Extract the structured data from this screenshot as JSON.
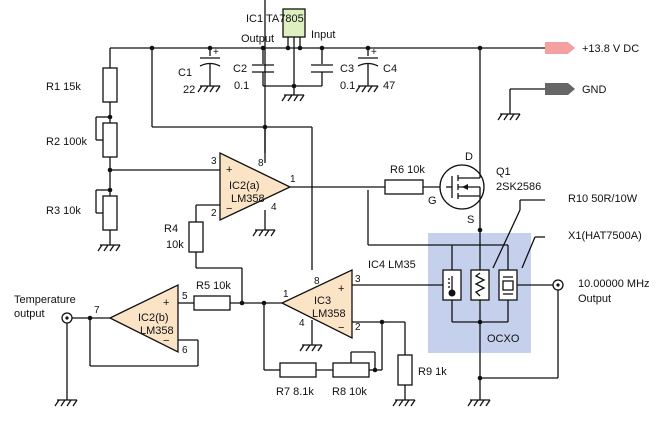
{
  "ic1": {
    "label": "IC1 TA7805",
    "output_label": "Output",
    "input_label": "Input"
  },
  "c1": {
    "name": "C1",
    "value": "22"
  },
  "c2": {
    "name": "C2",
    "value": "0.1"
  },
  "c3": {
    "name": "C3",
    "value": "0.1"
  },
  "c4": {
    "name": "C4",
    "value": "47"
  },
  "r1": "R1 15k",
  "r2": "R2 100k",
  "r3": "R3 10k",
  "r4": {
    "name": "R4",
    "value": "10k"
  },
  "r5": "R5 10k",
  "r6": "R6 10k",
  "r7": "R7 8.1k",
  "r8": "R8 10k",
  "r9": "R9 1k",
  "r10": "R10 50R/10W",
  "x1": "X1(HAT7500A)",
  "ic4": "IC4 LM35",
  "q1": {
    "name": "Q1",
    "part": "2SK2586",
    "drain": "D",
    "gate": "G",
    "source": "S"
  },
  "ic2a": {
    "name": "IC2(a)",
    "part": "LM358",
    "pins": {
      "plus": "3",
      "minus": "2",
      "out": "1",
      "vcc": "8",
      "gnd": "4"
    }
  },
  "ic2b": {
    "name": "IC2(b)",
    "part": "LM358",
    "pins": {
      "plus": "5",
      "minus": "6",
      "out": "7"
    }
  },
  "ic3": {
    "name": "IC3",
    "part": "LM358",
    "pins": {
      "plus": "3",
      "minus": "2",
      "out": "1",
      "vcc": "8",
      "gnd": "4"
    }
  },
  "supply": {
    "label": "+13.8 V DC",
    "color": "#f5a0a0"
  },
  "ground": {
    "label": "GND",
    "color": "#666666"
  },
  "ocxo": {
    "label": "OCXO",
    "color": "#c5d0ec"
  },
  "output": {
    "line1": "10.00000 MHz",
    "line2": "Output"
  },
  "temp_output": {
    "line1": "Temperature",
    "line2": "output"
  },
  "ic1_color": "#dff0c0",
  "op_amp_color": "#fbe3c6",
  "plus_sign": "+",
  "minus_sign": "−"
}
